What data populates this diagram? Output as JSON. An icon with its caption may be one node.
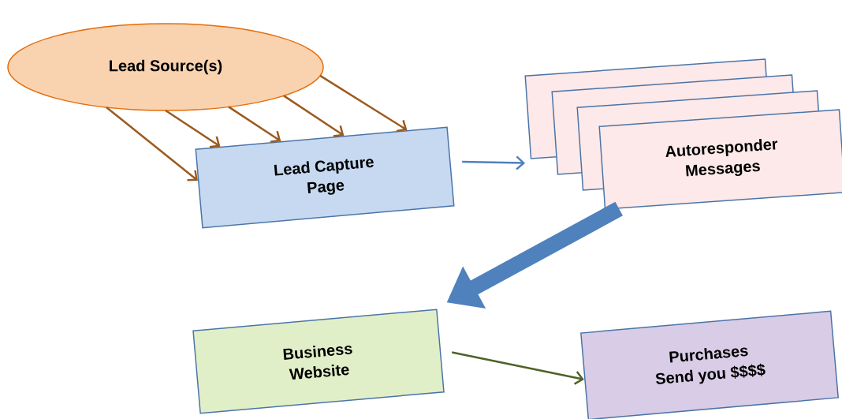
{
  "diagram": {
    "nodes": [
      {
        "text": [
          "Lead Source(s)"
        ]
      },
      {
        "text": [
          "Lead Capture Page"
        ]
      },
      {
        "text": [
          "Autoresponder Messages"
        ]
      },
      {
        "text": [
          "Business Website"
        ]
      },
      {
        "text": [
          "Purchases Send you $$$$"
        ]
      }
    ],
    "edges": [
      {
        "from": 0,
        "to": 1,
        "arrow": "to"
      },
      {
        "from": 0,
        "to": 1,
        "arrow": "to"
      },
      {
        "from": 0,
        "to": 1,
        "arrow": "to"
      },
      {
        "from": 0,
        "to": 1,
        "arrow": "to"
      },
      {
        "from": 0,
        "to": 1,
        "arrow": "to"
      },
      {
        "from": 1,
        "to": 2,
        "arrow": "to",
        "color": "#4f81bd"
      },
      {
        "from": 2,
        "to": 3,
        "arrow": "to",
        "style": "thick",
        "color": "#4f81bd"
      },
      {
        "from": 3,
        "to": 4,
        "arrow": "to",
        "color": "#4f6228"
      }
    ]
  }
}
